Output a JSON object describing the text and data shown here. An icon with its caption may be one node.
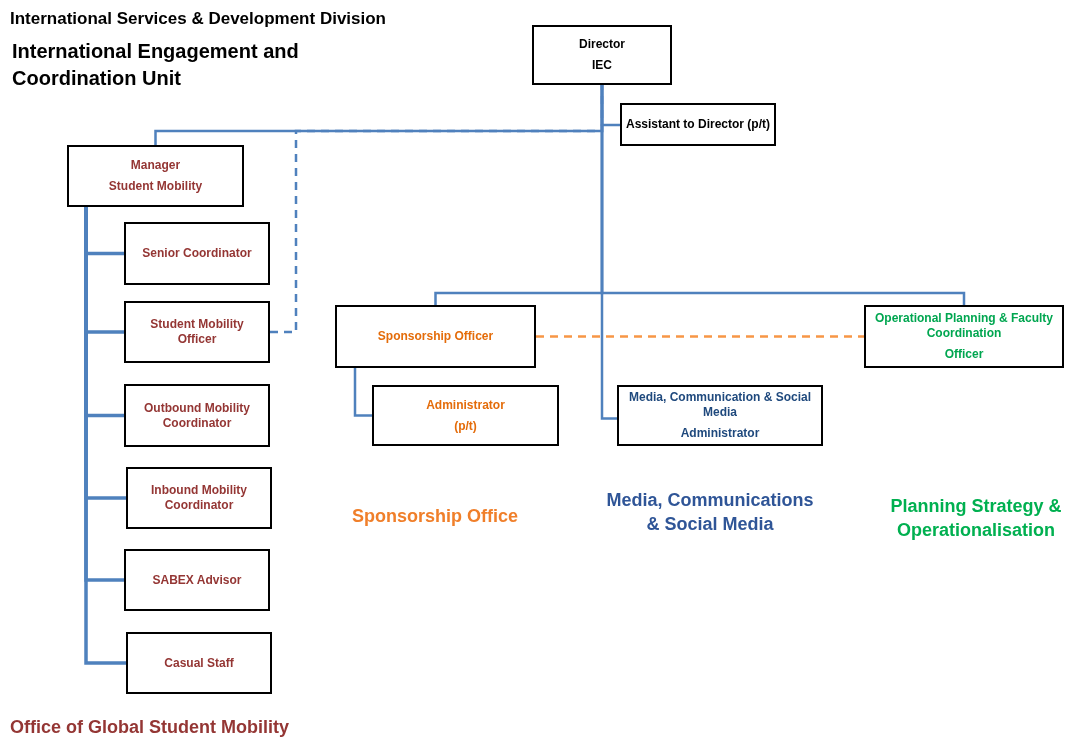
{
  "diagram": {
    "title": "International Services & Development Division",
    "nodes": [
      {
        "text": [
          "Director",
          "IEC"
        ]
      },
      {
        "text": [
          "Assistant to Director (p/t)"
        ]
      },
      {
        "text": [
          "Manager",
          "Student Mobility"
        ]
      },
      {
        "text": [
          "Senior Coordinator"
        ]
      },
      {
        "text": [
          "Student Mobility Officer"
        ]
      },
      {
        "text": [
          "Outbound Mobility Coordinator"
        ]
      },
      {
        "text": [
          "Inbound Mobility Coordinator"
        ]
      },
      {
        "text": [
          "SABEX Advisor"
        ]
      },
      {
        "text": [
          "Casual Staff"
        ]
      },
      {
        "text": [
          "Sponsorship Officer"
        ]
      },
      {
        "text": [
          "Administrator",
          "(p/t)"
        ]
      },
      {
        "text": [
          "Media, Communication & Social Media",
          "Administrator"
        ]
      },
      {
        "text": [
          "Operational Planning & Faculty Coordination",
          "Officer"
        ]
      }
    ],
    "edges": [
      {
        "from": 0,
        "to": 1,
        "arrow": "none"
      },
      {
        "from": 0,
        "to": 2,
        "arrow": "none"
      },
      {
        "from": 0,
        "to": 9,
        "arrow": "none"
      },
      {
        "from": 0,
        "to": 12,
        "arrow": "none"
      },
      {
        "from": 0,
        "to": 11,
        "arrow": "none"
      },
      {
        "from": 2,
        "to": 3,
        "arrow": "none"
      },
      {
        "from": 2,
        "to": 4,
        "arrow": "none"
      },
      {
        "from": 2,
        "to": 5,
        "arrow": "none"
      },
      {
        "from": 2,
        "to": 6,
        "arrow": "none"
      },
      {
        "from": 2,
        "to": 7,
        "arrow": "none"
      },
      {
        "from": 2,
        "to": 8,
        "arrow": "none"
      },
      {
        "from": 9,
        "to": 10,
        "arrow": "none"
      },
      {
        "from": 4,
        "to": 0,
        "arrow": "none",
        "style": "dashed"
      },
      {
        "from": 9,
        "to": 12,
        "arrow": "none",
        "style": "dashed",
        "color": "#f79646"
      }
    ],
    "labels": [
      "International Engagement and Coordination Unit",
      "Sponsorship Office",
      "Media, Communications & Social Media",
      "Planning Strategy & Operationalisation",
      "Office of Global Student Mobility"
    ]
  }
}
